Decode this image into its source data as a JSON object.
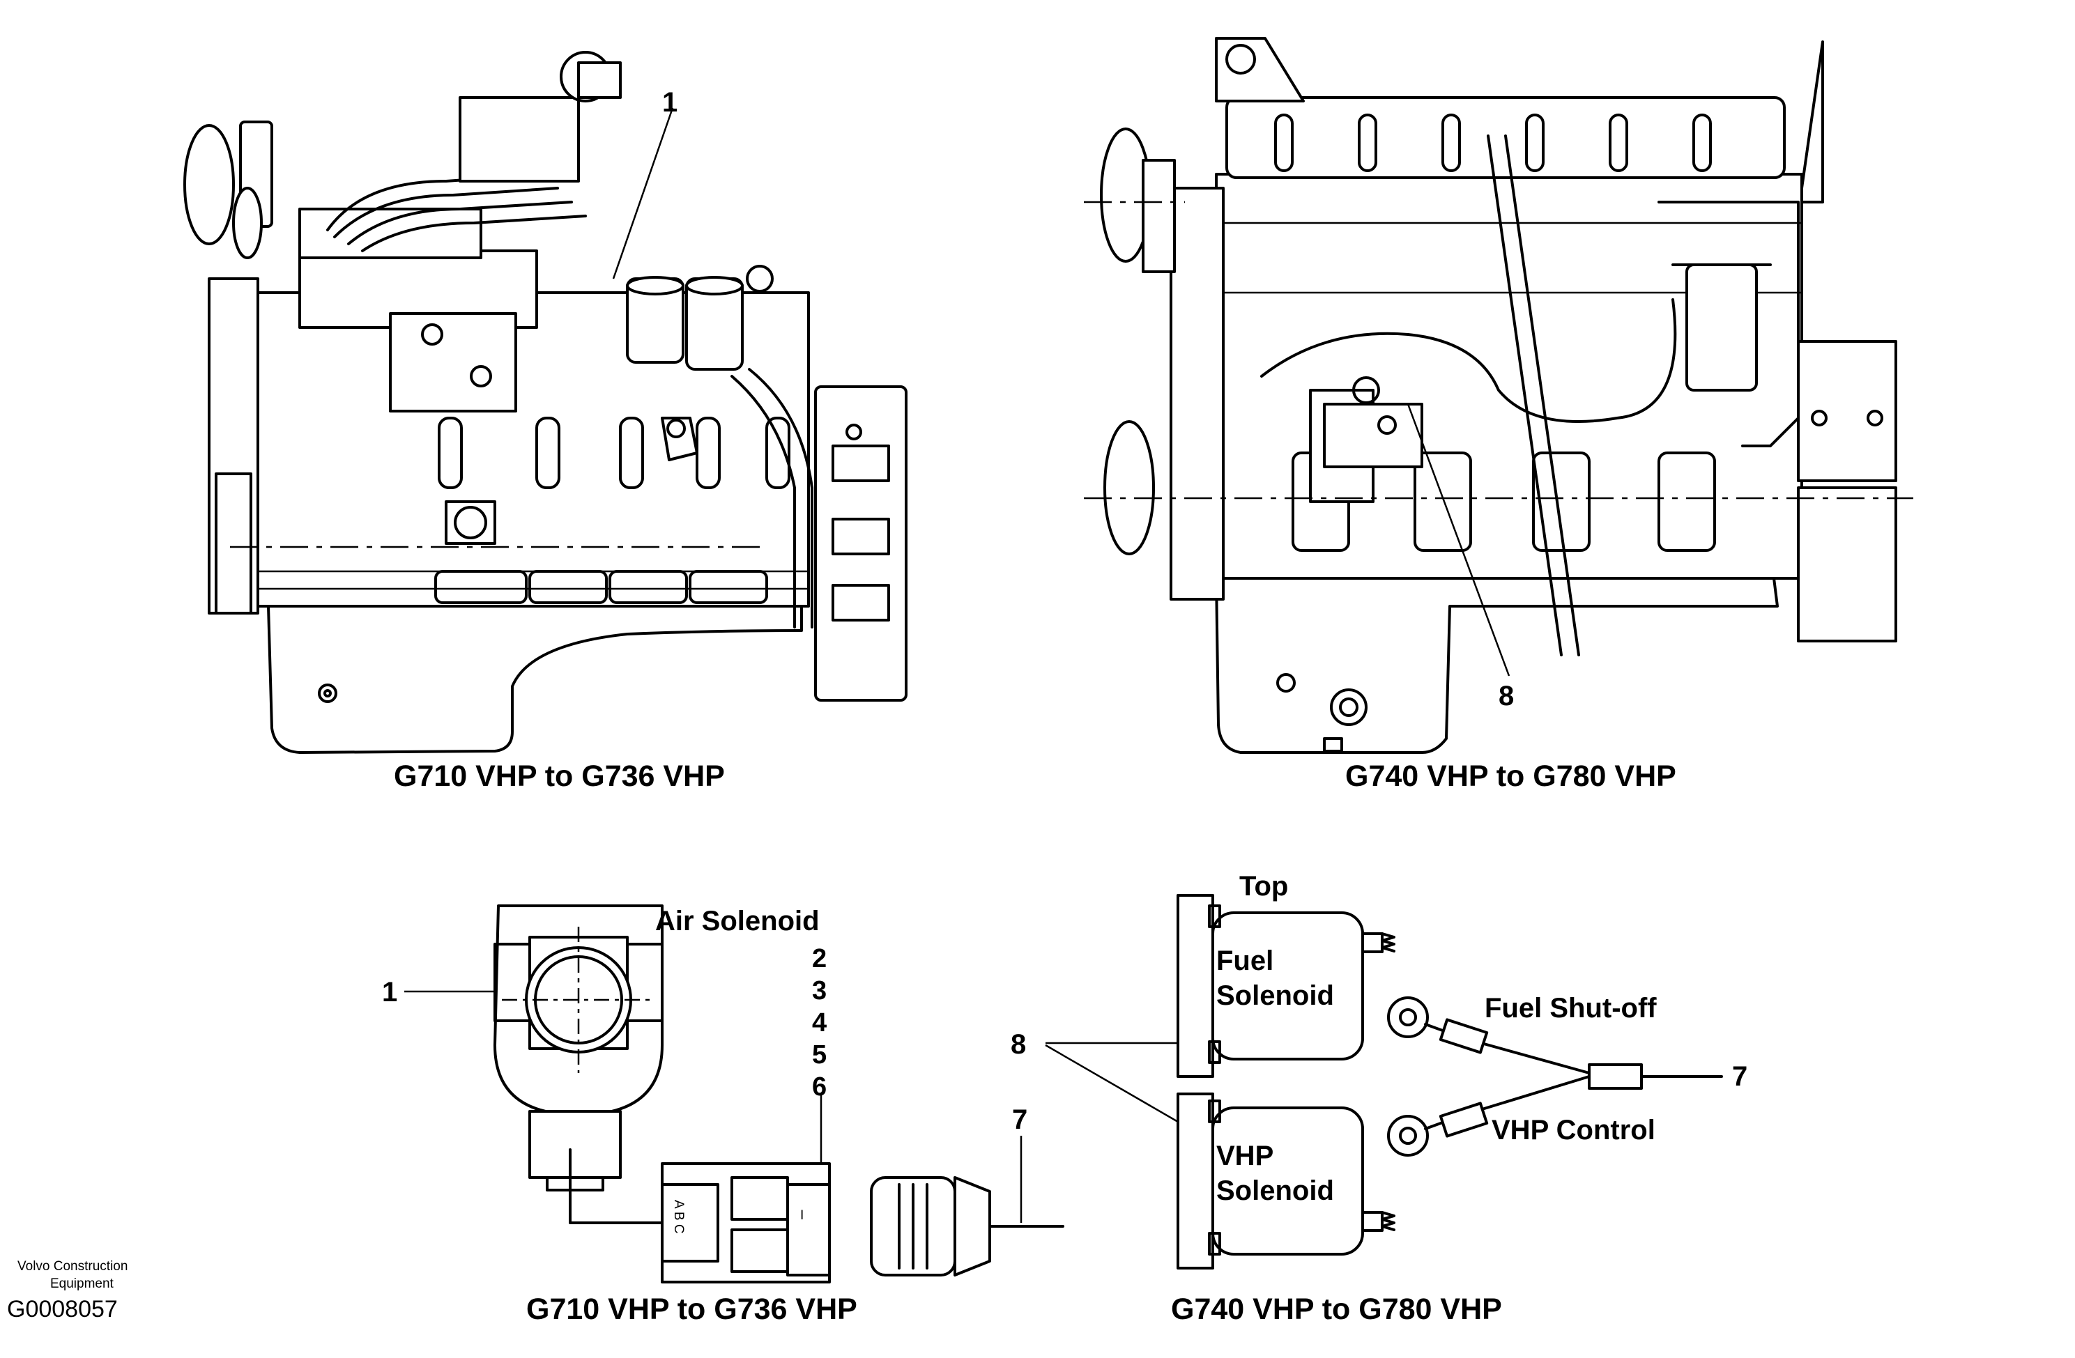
{
  "captions": {
    "top_left": "G710 VHP to G736 VHP",
    "top_right": "G740 VHP to G780 VHP",
    "bottom_left": "G710 VHP to G736 VHP",
    "bottom_right": "G740 VHP to G780 VHP"
  },
  "callouts": {
    "one": "1",
    "two": "2",
    "three": "3",
    "four": "4",
    "five": "5",
    "six": "6",
    "seven": "7",
    "eight": "8"
  },
  "labels": {
    "air_solenoid": "Air Solenoid",
    "top": "Top",
    "fuel_solenoid_line1": "Fuel",
    "fuel_solenoid_line2": "Solenoid",
    "vhp_solenoid_line1": "VHP",
    "vhp_solenoid_line2": "Solenoid",
    "fuel_shutoff": "Fuel Shut-off",
    "vhp_control": "VHP Control",
    "connector_pins": "A B C",
    "connector_mark": "I"
  },
  "footer": {
    "company_line1": "Volvo Construction",
    "company_line2": "Equipment",
    "figure_id": "G0008057"
  }
}
